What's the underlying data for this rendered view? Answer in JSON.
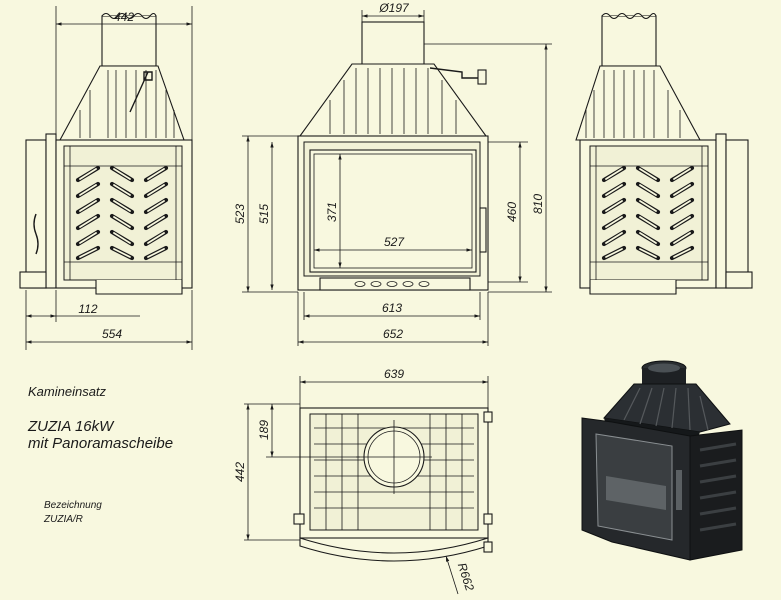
{
  "title": "Kamineinsatz",
  "model": "ZUZIA 16kW",
  "subtitle": "mit Panoramascheibe",
  "designation_label": "Bezeichnung",
  "designation_value": "ZUZIA/R",
  "dimensions": {
    "side_width": "442",
    "side_depth": "554",
    "side_inner": "112",
    "flue_diameter": "Ø197",
    "front_height": "523",
    "front_inner_height": "515",
    "glass_height": "371",
    "glass_width": "527",
    "door_height": "460",
    "total_height": "810",
    "front_width": "613",
    "total_width": "652",
    "top_width": "639",
    "top_depth": "442",
    "flue_offset": "189",
    "radius": "R662"
  },
  "colors": {
    "background": "#f8f8df",
    "line": "#1a1a1a",
    "render_dark": "#1e2124"
  }
}
